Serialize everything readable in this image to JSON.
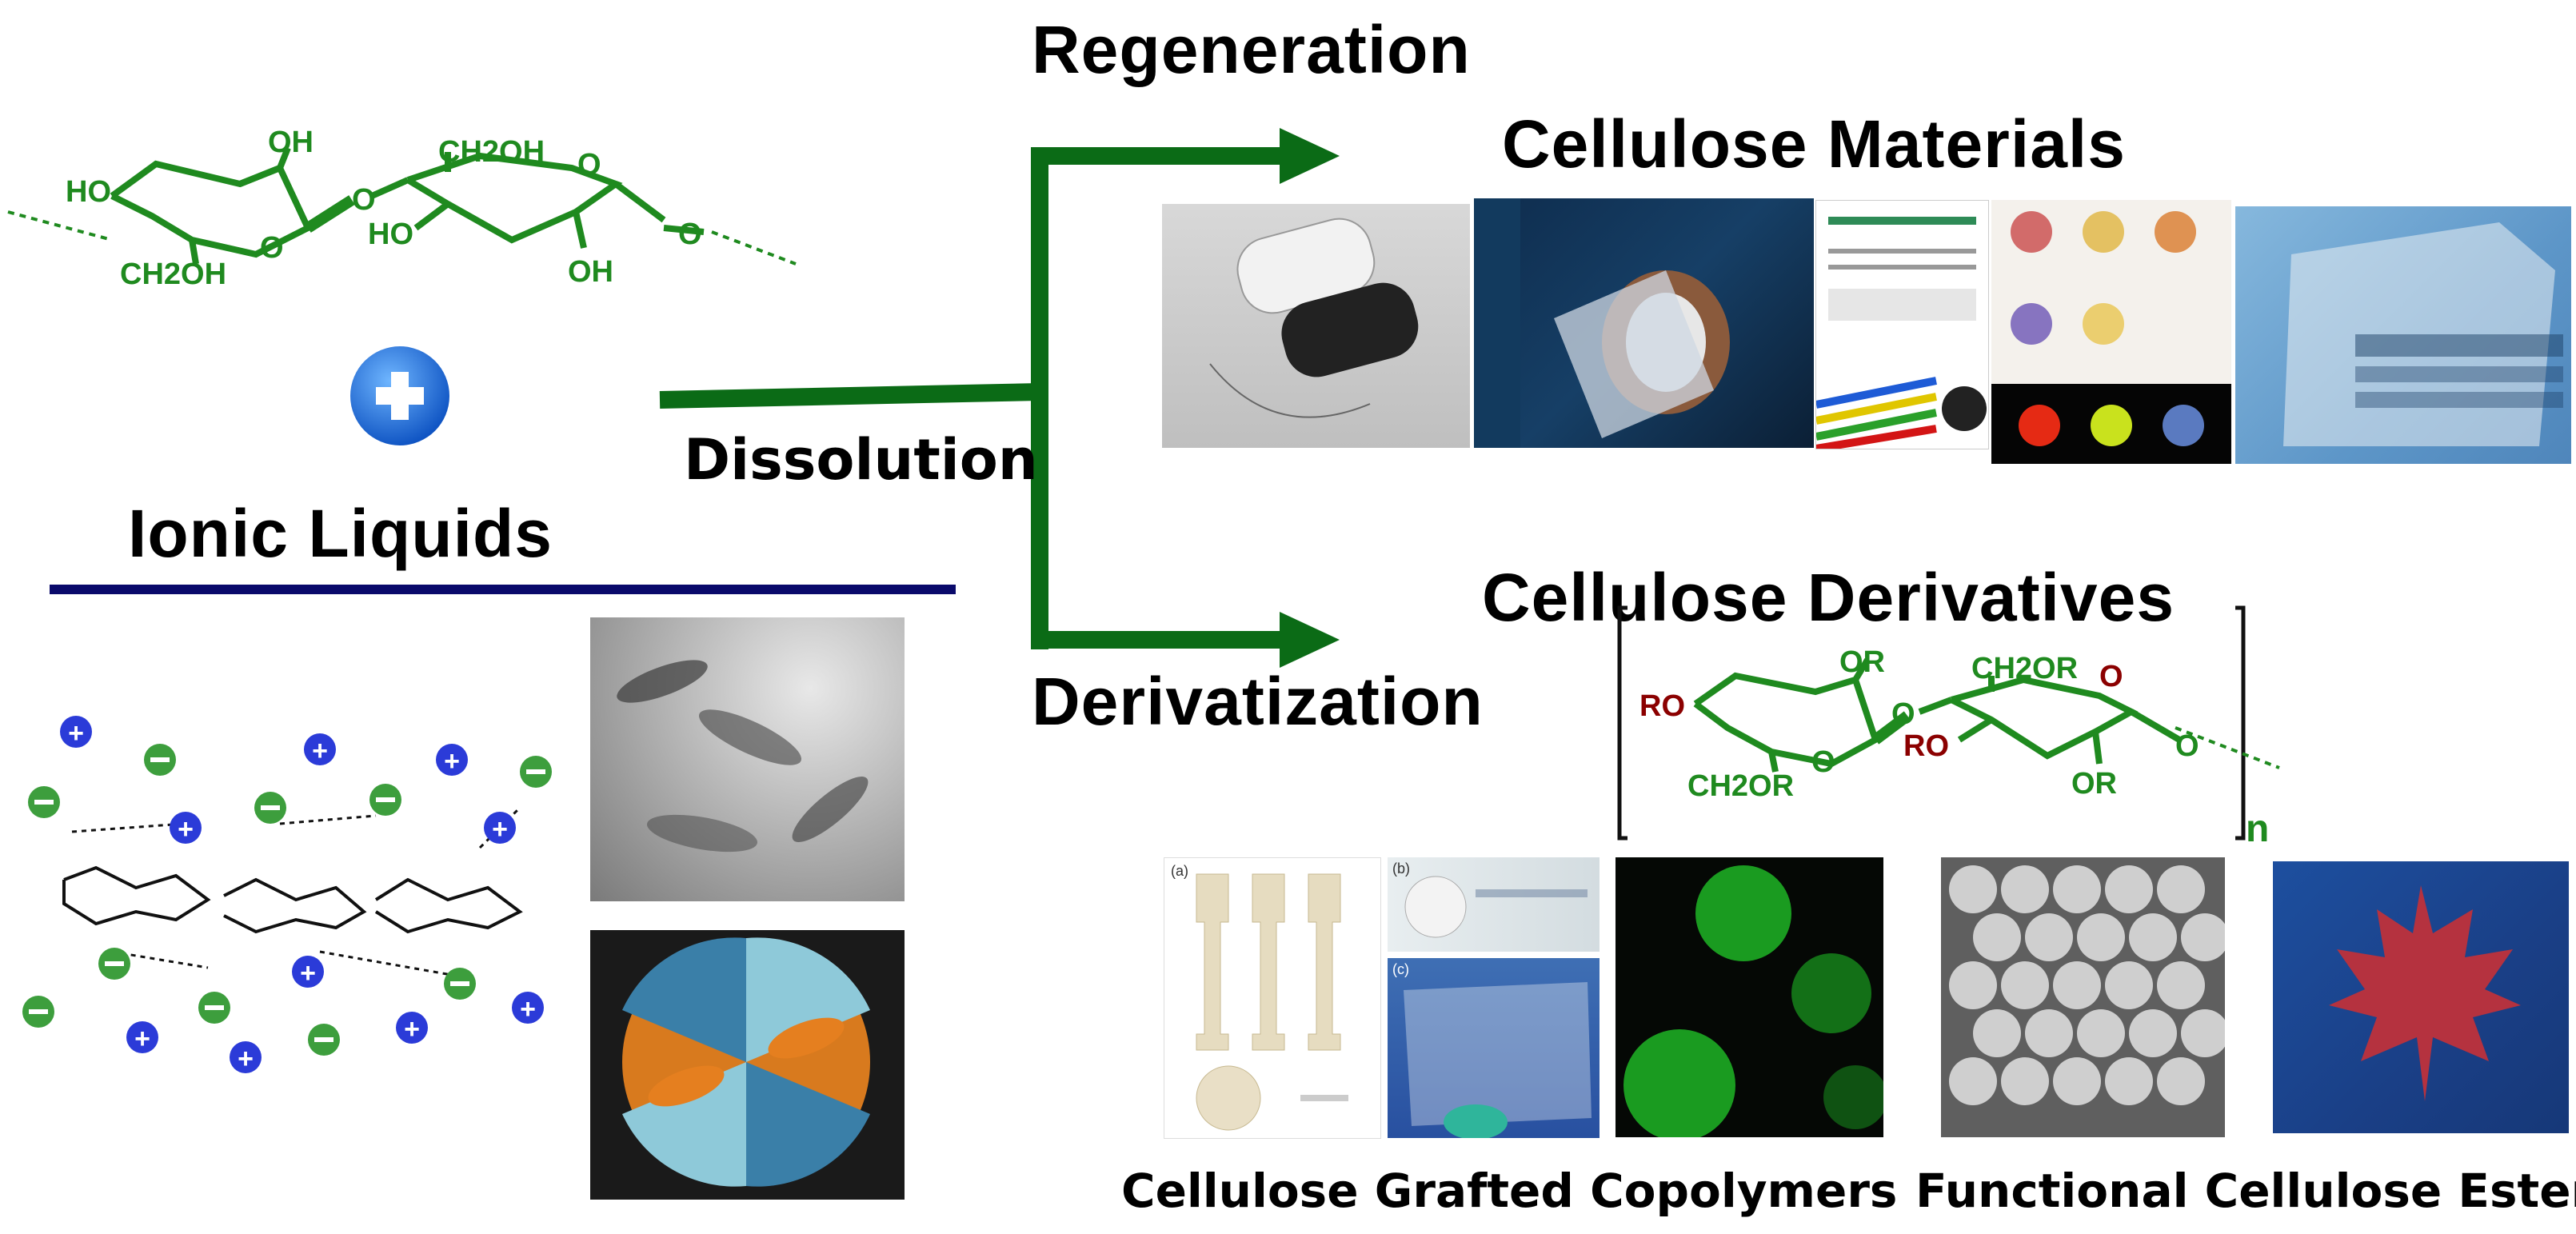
{
  "left": {
    "ionic_liquids_title": "Ionic Liquids",
    "plus_icon": "plus-circle-icon",
    "cellulose_labels": {
      "ho_top": "HO",
      "oh_top": "OH",
      "o_ring1": "O",
      "o_bridge": "O",
      "ch2oh_top": "CH2OH",
      "o_ring2": "O",
      "ho_mid": "HO",
      "ch2oh_bottom": "CH2OH",
      "oh_bottom": "OH",
      "o_end": "O"
    }
  },
  "center": {
    "regeneration": "Regeneration",
    "dissolution": "Dissolution",
    "derivatization": "Derivatization"
  },
  "right": {
    "materials_title": "Cellulose Materials",
    "derivatives_title": "Cellulose Derivatives",
    "grafted_caption": "Cellulose Grafted Copolymers",
    "esters_caption": "Functional Cellulose Esters",
    "derivative_labels": {
      "or_top": "OR",
      "ro_left": "RO",
      "o_ring1": "O",
      "o_bridge": "O",
      "ch2or_top": "CH2OR",
      "o_ring2": "O",
      "ro_mid": "RO",
      "ch2or_bottom": "CH2OR",
      "or_bottom": "OR",
      "o_end": "O",
      "n": "n"
    }
  },
  "colors": {
    "arrow_green": "#0b6b16",
    "structure_green": "#1f8a1f",
    "r_group_red": "#8b0000",
    "divider_navy": "#0a0a6b",
    "cation_blue": "#2b3bd8",
    "anion_green": "#3d9e3d"
  }
}
